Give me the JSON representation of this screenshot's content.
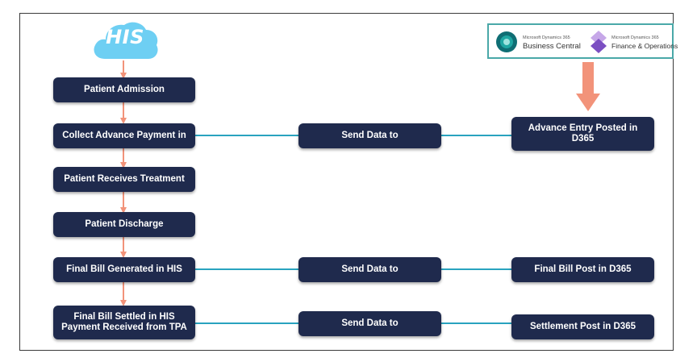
{
  "logo": {
    "his": "HIS",
    "bc_small": "Microsoft Dynamics 365",
    "bc_big": "Business Central",
    "fo_small": "Microsoft Dynamics 365",
    "fo_big": "Finance & Operations"
  },
  "left_column": [
    "Patient Admission",
    "Collect Advance Payment in",
    "Patient Receives Treatment",
    "Patient Discharge",
    "Final Bill Generated in HIS",
    "Final Bill Settled in HIS Payment Received from TPA"
  ],
  "middle_column": [
    "Send Data to",
    "Send Data to",
    "Send Data to"
  ],
  "right_column": [
    "Advance Entry Posted in D365",
    "Final Bill Post in D365",
    "Settlement Post in D365"
  ],
  "colors": {
    "node": "#1f2a4d",
    "connector": "#29a3bf",
    "arrow": "#f2937a",
    "cloud": "#6ecff3",
    "logo_border": "#4aa8a8"
  }
}
